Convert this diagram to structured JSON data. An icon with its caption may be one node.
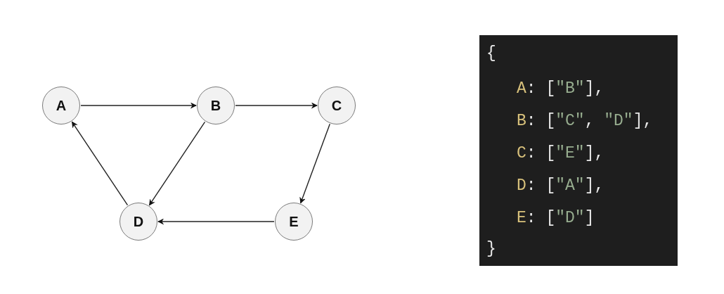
{
  "diagram": {
    "nodes": [
      {
        "text": [
          "A"
        ]
      },
      {
        "text": [
          "B"
        ]
      },
      {
        "text": [
          "C"
        ]
      },
      {
        "text": [
          "D"
        ]
      },
      {
        "text": [
          "E"
        ]
      }
    ],
    "edges": [
      {
        "from": 0,
        "to": 1,
        "arrow": "to"
      },
      {
        "from": 1,
        "to": 2,
        "arrow": "to"
      },
      {
        "from": 1,
        "to": 3,
        "arrow": "to"
      },
      {
        "from": 2,
        "to": 4,
        "arrow": "to"
      },
      {
        "from": 3,
        "to": 0,
        "arrow": "to"
      },
      {
        "from": 4,
        "to": 3,
        "arrow": "to"
      }
    ],
    "labels": [
      "{",
      "A: [\"B\"],",
      "B: [\"C\", \"D\"],",
      "C: [\"E\"],",
      "D: [\"A\"],",
      "E: [\"D\"]",
      "}"
    ]
  }
}
